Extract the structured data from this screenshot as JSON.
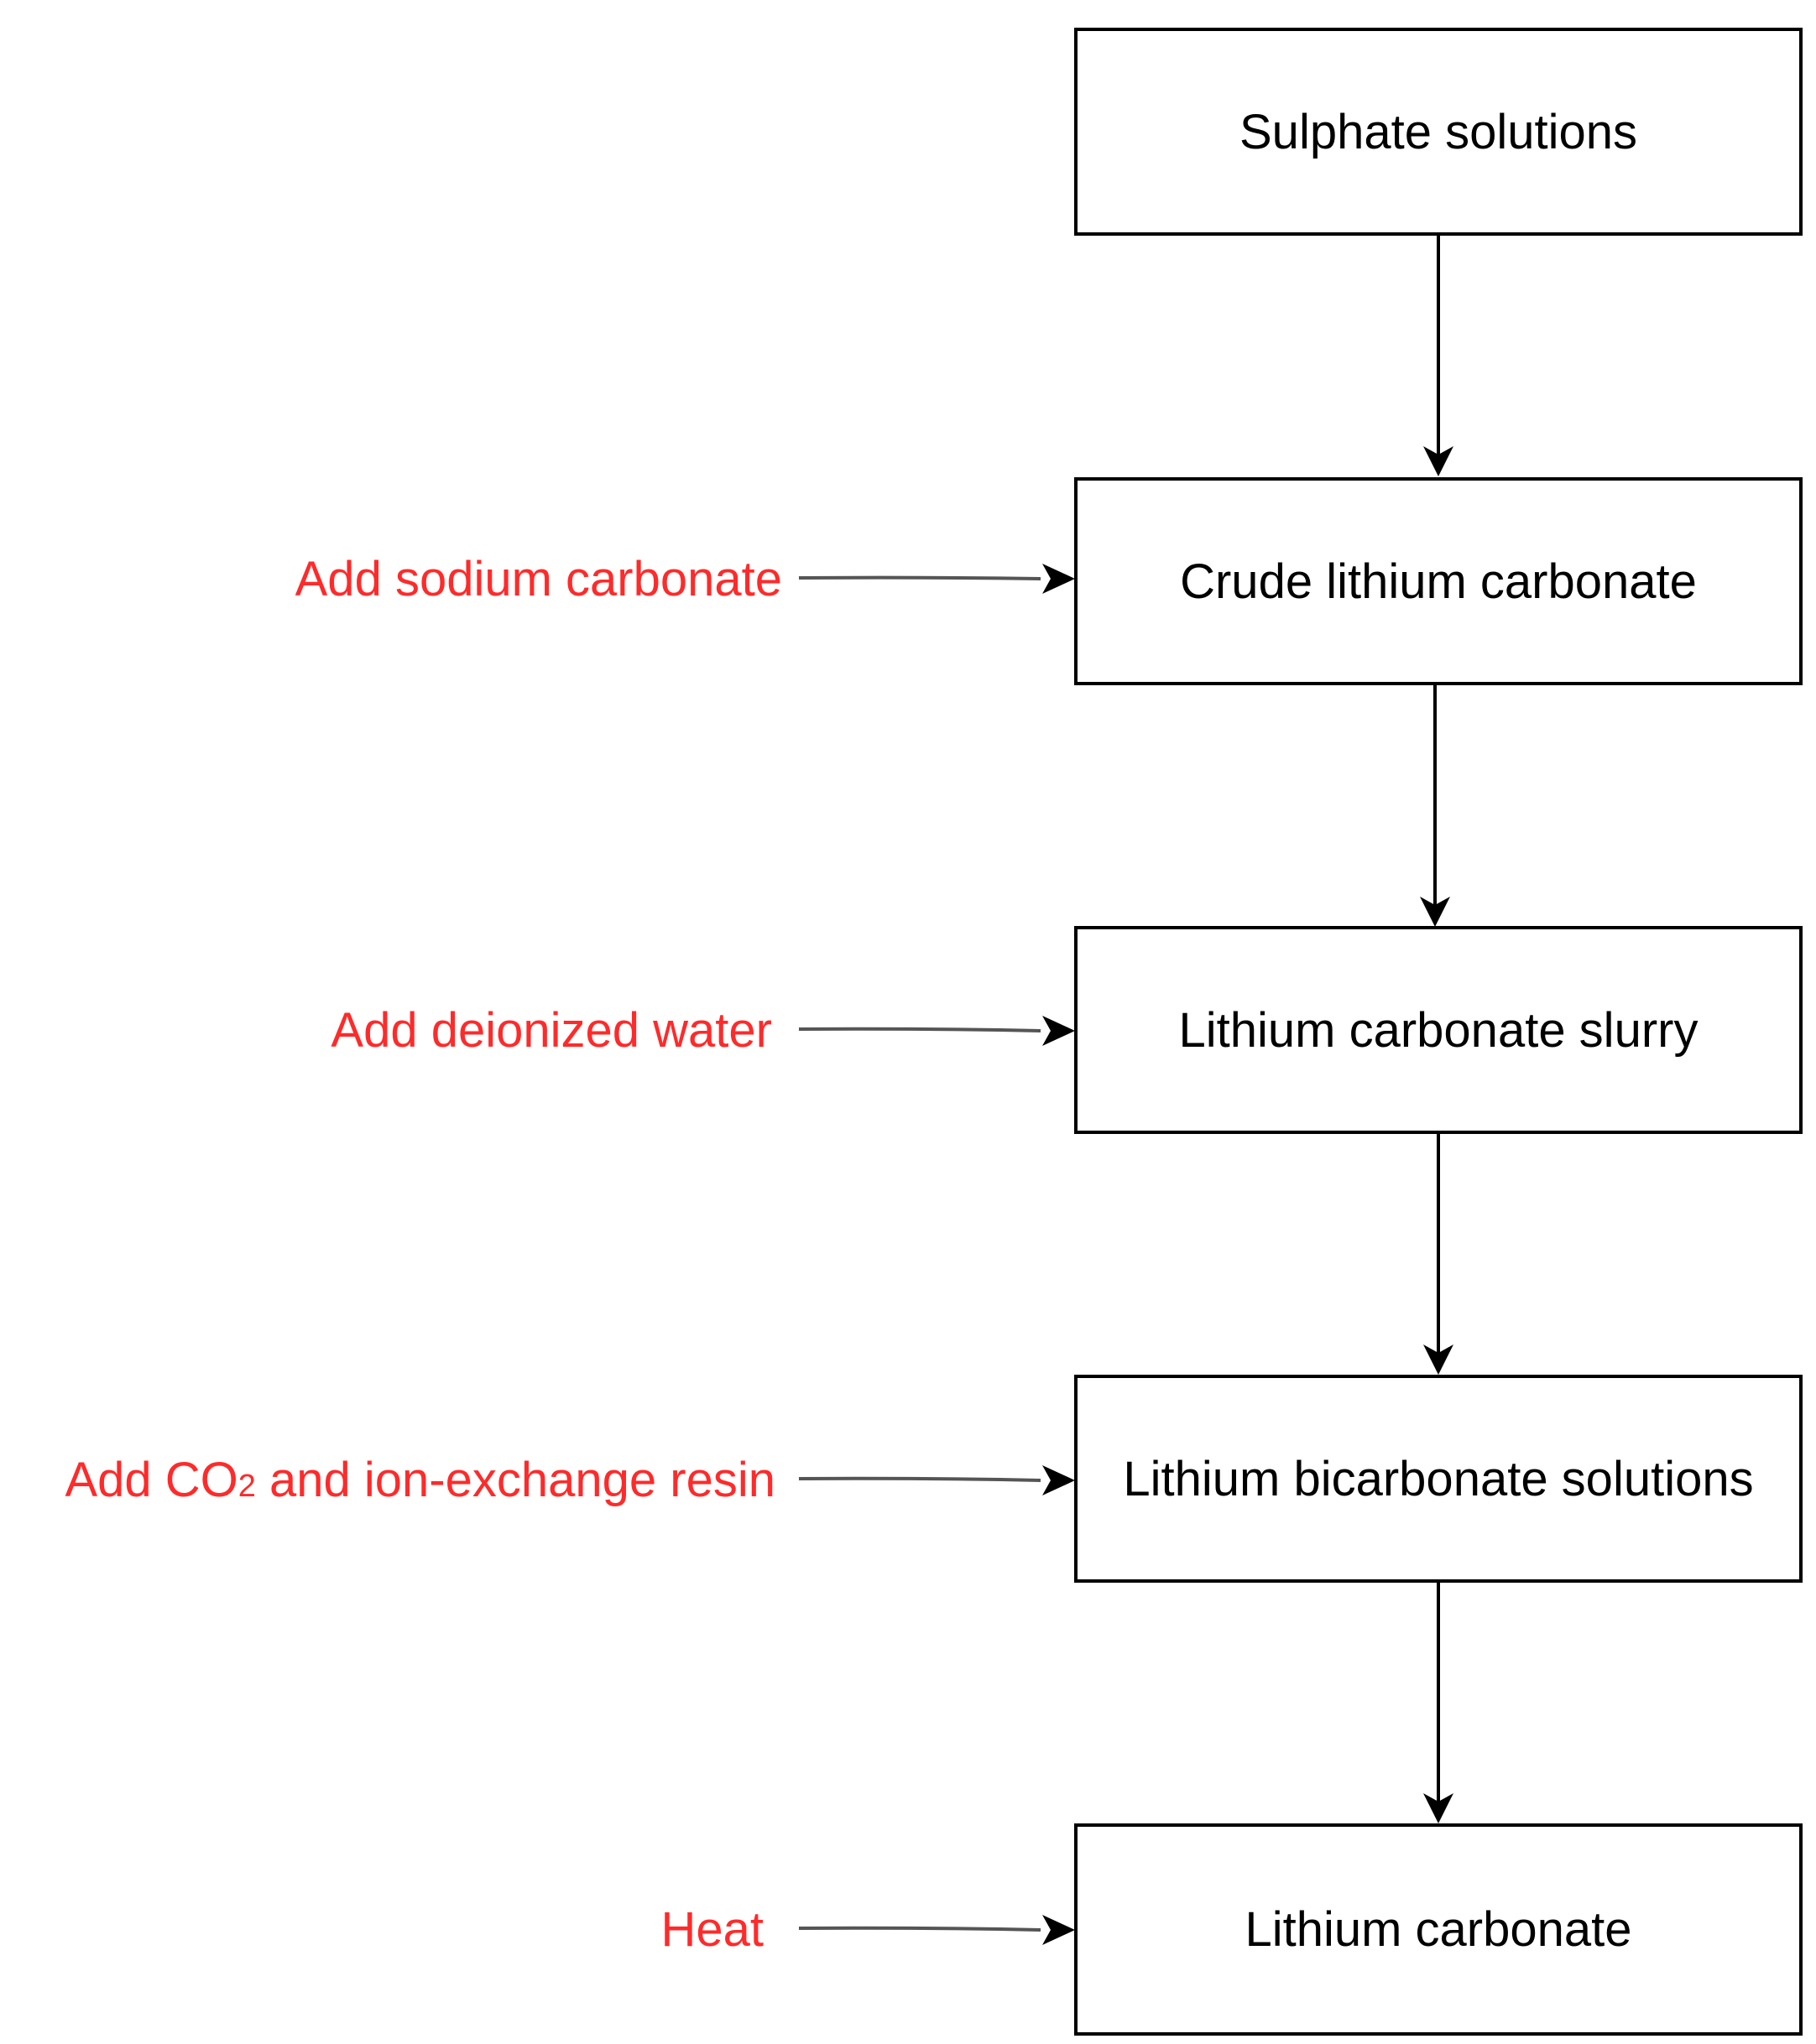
{
  "colors": {
    "box_border": "#000000",
    "box_text": "#000000",
    "input_text": "#ff2a2a",
    "arrow": "#000000"
  },
  "steps": [
    {
      "label": "Sulphate solutions"
    },
    {
      "label": "Crude lithium carbonate"
    },
    {
      "label": "Lithium carbonate slurry"
    },
    {
      "label": "Lithium bicarbonate solutions"
    },
    {
      "label": "Lithium carbonate"
    }
  ],
  "inputs": {
    "sodium_carbonate": "Add sodium carbonate",
    "deionized_water": "Add deionized water",
    "co2_resin": {
      "prefix": "Add CO",
      "subscript": "2",
      "suffix": " and ion-exchange resin"
    },
    "heat": "Heat"
  }
}
